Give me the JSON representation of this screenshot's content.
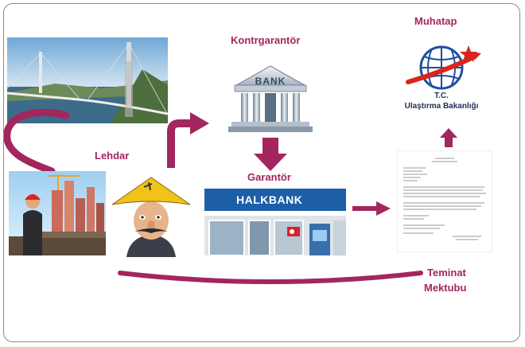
{
  "labels": {
    "muhatap": "Muhatap",
    "kontrgarantor": "Kontrgarantör",
    "lehdar": "Lehdar",
    "garantor": "Garantör",
    "teminat": "Teminat",
    "mektubu": "Mektubu"
  },
  "bank_sign": "BANK",
  "halkbank_sign": "HALKBANK",
  "ministry": {
    "abbr": "T.C.",
    "name": "Ulaştırma Bakanlığı"
  },
  "colors": {
    "accent": "#a3265e",
    "arrow": "#b3336b"
  },
  "icons": {
    "bridge": "bridge-photo",
    "construction": "construction-worker-photo",
    "character": "cartoon-man-with-hat",
    "bank": "bank-building-icon",
    "halkbank": "halkbank-branch-photo",
    "ministry_logo": "globe-logo",
    "document": "letter-document"
  }
}
